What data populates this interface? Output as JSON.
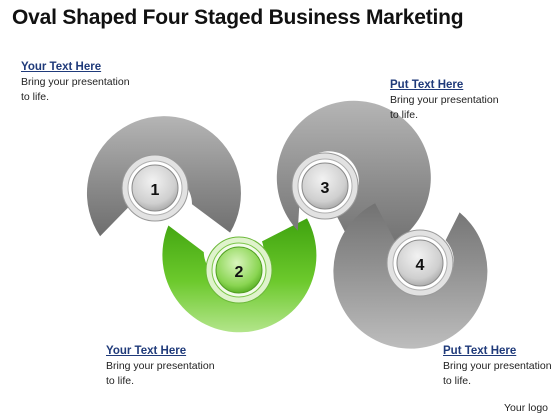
{
  "title": "Oval Shaped Four Staged Business Marketing",
  "stages": [
    {
      "number": "1",
      "color": "gray"
    },
    {
      "number": "2",
      "color": "green"
    },
    {
      "number": "3",
      "color": "gray"
    },
    {
      "number": "4",
      "color": "gray"
    }
  ],
  "callouts": [
    {
      "heading": "Your Text Here",
      "body": "Bring your presentation to life."
    },
    {
      "heading": "Put Text Here",
      "body": "Bring your presentation to life."
    },
    {
      "heading": "Your Text Here",
      "body": "Bring your presentation to life."
    },
    {
      "heading": "Put Text Here",
      "body": "Bring your presentation to life."
    }
  ],
  "footer": {
    "logo": "Your logo"
  },
  "colors": {
    "gray_ring": "#8f8f8f",
    "gray_ring_light": "#c4c4c4",
    "green_ring": "#5cbf1c",
    "green_ring_light": "#b4e68c",
    "heading_text": "#1f3a7a"
  }
}
